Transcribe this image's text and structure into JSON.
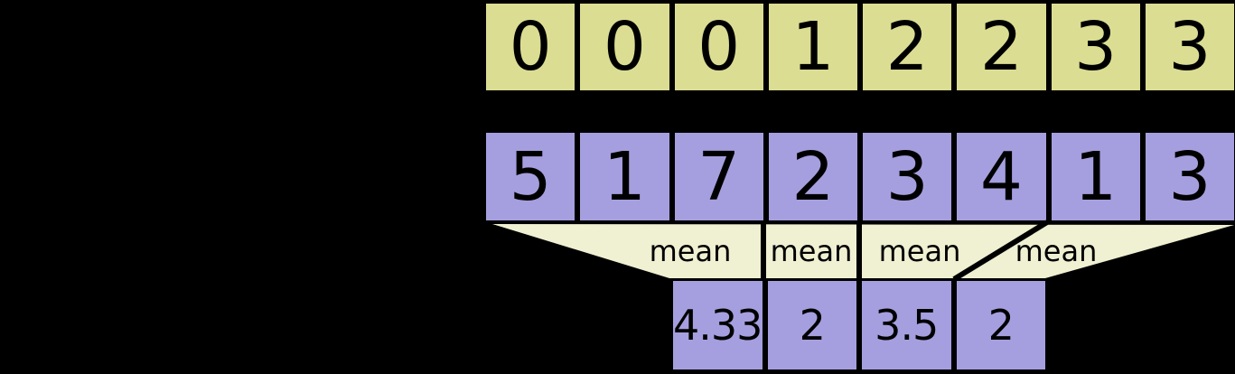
{
  "colors": {
    "background": "#000000",
    "segment_ids_fill": "#dbdd92",
    "data_fill": "#a59fdf",
    "funnel_fill": "#f0f0d2",
    "line": "#000000",
    "text": "#000000"
  },
  "segment_ids_row": {
    "values": [
      "0",
      "0",
      "0",
      "1",
      "2",
      "2",
      "3",
      "3"
    ]
  },
  "data_row": {
    "values": [
      "5",
      "1",
      "7",
      "2",
      "3",
      "4",
      "1",
      "3"
    ]
  },
  "funnel": {
    "labels": [
      "mean",
      "mean",
      "mean",
      "mean"
    ]
  },
  "result_row": {
    "values": [
      "4.33",
      "2",
      "3.5",
      "2"
    ]
  }
}
